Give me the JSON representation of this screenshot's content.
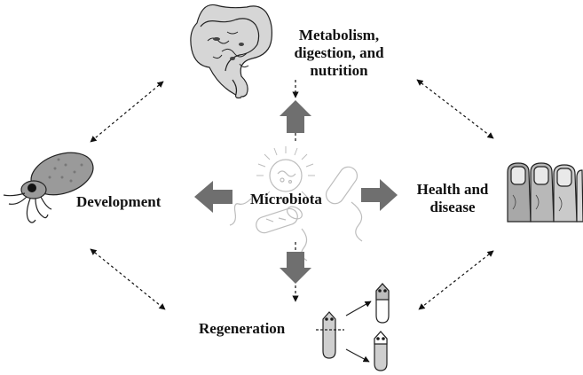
{
  "diagram": {
    "center_label": "Microbiota",
    "nodes": {
      "metabolism": {
        "label": "Metabolism,\ndigestion, and\nnutrition",
        "icon": "intestine-icon"
      },
      "development": {
        "label": "Development",
        "icon": "squid-icon"
      },
      "health": {
        "label": "Health and\ndisease",
        "icon": "fingers-icon"
      },
      "regeneration": {
        "label": "Regeneration",
        "icon": "planarian-icon"
      }
    },
    "colors": {
      "arrow_fill": "#6f6f6f",
      "dash_stroke": "#111111",
      "icon_fill": "#8a8a8a",
      "icon_light": "#d4d4d4"
    }
  }
}
